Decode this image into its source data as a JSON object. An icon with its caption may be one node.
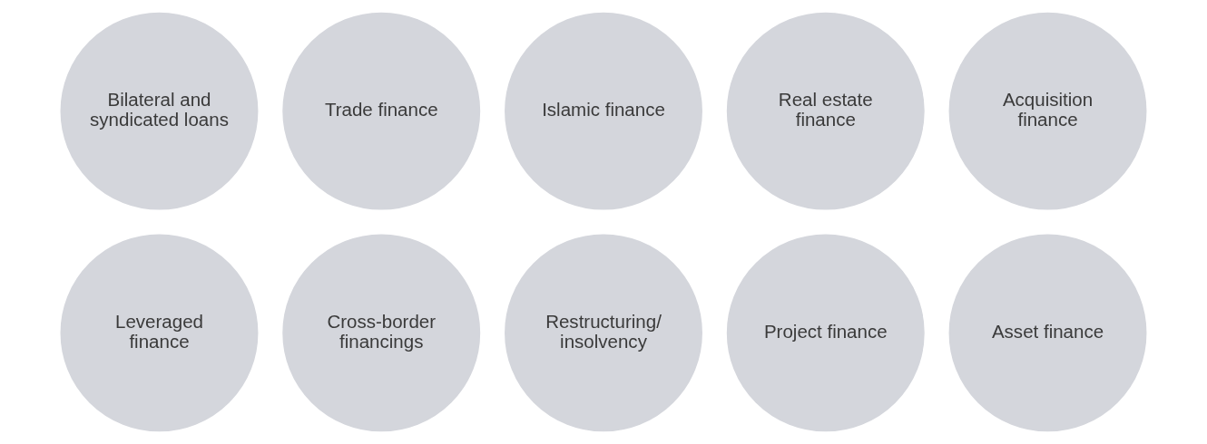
{
  "diagram": {
    "nodes": [
      {
        "text": [
          "Bilateral and syndicated loans"
        ]
      },
      {
        "text": [
          "Trade finance"
        ]
      },
      {
        "text": [
          "Islamic finance"
        ]
      },
      {
        "text": [
          "Real estate finance"
        ]
      },
      {
        "text": [
          "Acquisition finance"
        ]
      },
      {
        "text": [
          "Leveraged finance"
        ]
      },
      {
        "text": [
          "Cross-border financings"
        ]
      },
      {
        "text": [
          "Restructuring/ insolvency"
        ]
      },
      {
        "text": [
          "Project finance"
        ]
      },
      {
        "text": [
          "Asset finance"
        ]
      }
    ]
  }
}
